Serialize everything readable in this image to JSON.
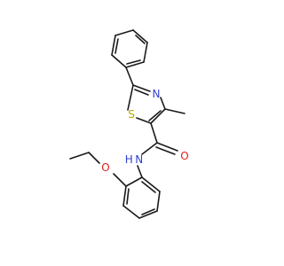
{
  "structure": {
    "atoms": [
      {
        "id": "S1",
        "label": "S",
        "color": "#b8a800"
      },
      {
        "id": "N1",
        "label": "N",
        "color": "#2f3fd1"
      },
      {
        "id": "O1",
        "label": "O",
        "color": "#e0201b"
      },
      {
        "id": "N2",
        "label": "H N",
        "color": "#2f3fd1"
      },
      {
        "id": "O2",
        "label": "O",
        "color": "#e0201b"
      }
    ],
    "colors": {
      "bond": "#1a1a1a",
      "sulfur": "#b8a800",
      "nitrogen": "#2f3fd1",
      "oxygen": "#e0201b",
      "background": "#ffffff"
    }
  }
}
